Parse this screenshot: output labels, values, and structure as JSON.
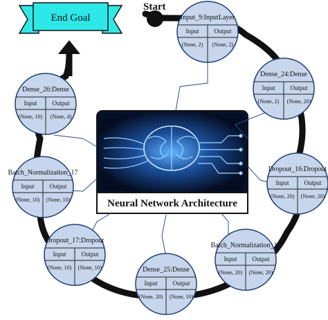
{
  "start_label": "Start",
  "end_goal_label": "End Goal",
  "center_title": "Neural Network Architecture",
  "colors": {
    "circle_fill": "#c7d6ec",
    "banner_fill": "#2ee8e8",
    "ring": "#111111",
    "connector": "#2d4f8c"
  },
  "layers": [
    {
      "name": "Input_9:InputLayer",
      "input_head": "Input",
      "output_head": "Output",
      "input_val": "",
      "output_val": "(None, 2)",
      "input_full": "(None, 2)"
    },
    {
      "name": "Dense_24:Dense",
      "input_head": "Input",
      "output_head": "Output",
      "input_full": "(None, 2)",
      "output_val": "(None, 20)"
    },
    {
      "name": "Dropout_16:Dropout",
      "input_head": "Input",
      "output_head": "Output",
      "input_full": "(None, 20)",
      "output_val": "(None, 20)"
    },
    {
      "name": "Batch_Normalization_16",
      "input_head": "Input",
      "output_head": "Output",
      "input_full": "(None, 20)",
      "output_val": "(None, 20)"
    },
    {
      "name": "Dense_25:Dense",
      "input_head": "Input",
      "output_head": "Output",
      "input_full": "(None, 20)",
      "output_val": "(None, 10)"
    },
    {
      "name": "Dropout_17:Dropout",
      "input_head": "Input",
      "output_head": "Output",
      "input_full": "(None, 10)",
      "output_val": "(None, 10)"
    },
    {
      "name": "Batch_Normalization_17",
      "input_head": "Input",
      "output_head": "Output",
      "input_full": "(None, 10)",
      "output_val": "(None, 10)"
    },
    {
      "name": "Dense_26:Dense",
      "input_head": "Input",
      "output_head": "Output",
      "input_full": "(None, 10)",
      "output_val": "(None, 4)"
    }
  ]
}
